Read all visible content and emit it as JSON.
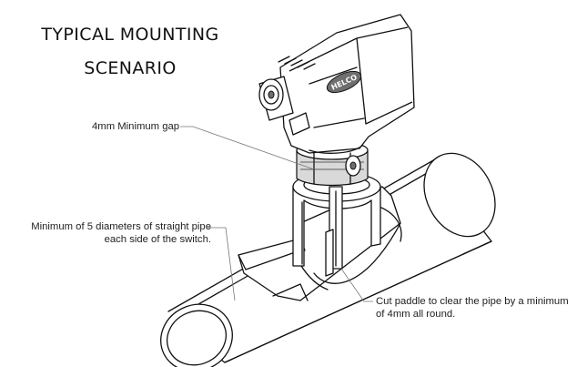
{
  "title": {
    "line1": "TYPICAL MOUNTING",
    "line2": "SCENARIO"
  },
  "callouts": {
    "gap": "4mm Minimum gap",
    "diameters_line1": "Minimum of 5 diameters of straight pipe",
    "diameters_line2": "each side of the switch.",
    "paddle_line1": "Cut paddle to clear the pipe by a minimum",
    "paddle_line2": "of 4mm all round."
  },
  "logo_text": "HELCO"
}
